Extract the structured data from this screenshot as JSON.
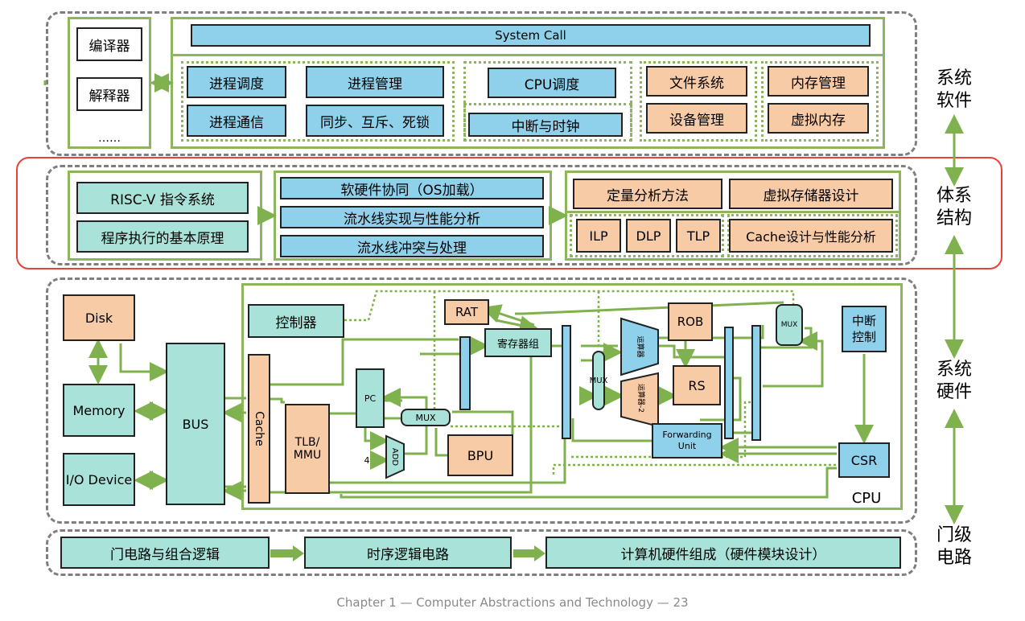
{
  "software": {
    "lang_tools": [
      "编译器",
      "解释器",
      "……"
    ],
    "system_call": "System Call",
    "proc": [
      "进程调度",
      "进程管理",
      "进程通信",
      "同步、互斥、死锁"
    ],
    "cpu_sched": "CPU调度",
    "interrupt_clock": "中断与时钟",
    "fs": [
      "文件系统",
      "设备管理"
    ],
    "mem": [
      "内存管理",
      "虚拟内存"
    ]
  },
  "architecture": {
    "isa": [
      "RISC-V 指令系统",
      "程序执行的基本原理"
    ],
    "pipeline": [
      "软硬件协同（OS加载）",
      "流水线实现与性能分析",
      "流水线冲突与处理"
    ],
    "analysis": "定量分析方法",
    "vm_design": "虚拟存储器设计",
    "parallel": [
      "ILP",
      "DLP",
      "TLP"
    ],
    "cache_design": "Cache设计与性能分析"
  },
  "hardware": {
    "disk": "Disk",
    "memory": "Memory",
    "io": "I/O Device",
    "bus": "BUS",
    "cache": "Cache",
    "tlb": "TLB/ MMU",
    "controller": "控制器",
    "pc": "PC",
    "mux": "MUX",
    "adder": "ADD",
    "four": "4",
    "bpu": "BPU",
    "rat": "RAT",
    "regfile": "寄存器组",
    "alu1": "运算器",
    "alu2": "运算器-2",
    "rob": "ROB",
    "rs": "RS",
    "forwarding": "Forwarding Unit",
    "interrupt": "中断控制",
    "csr": "CSR",
    "cpu_label": "CPU"
  },
  "gates": [
    "门电路与组合逻辑",
    "时序逻辑电路",
    "计算机硬件组成（硬件模块设计）"
  ],
  "side_labels": [
    "系统软件",
    "体系结构",
    "系统硬件",
    "门级电路"
  ],
  "footer": "Chapter 1 — Computer Abstractions and Technology — 23"
}
